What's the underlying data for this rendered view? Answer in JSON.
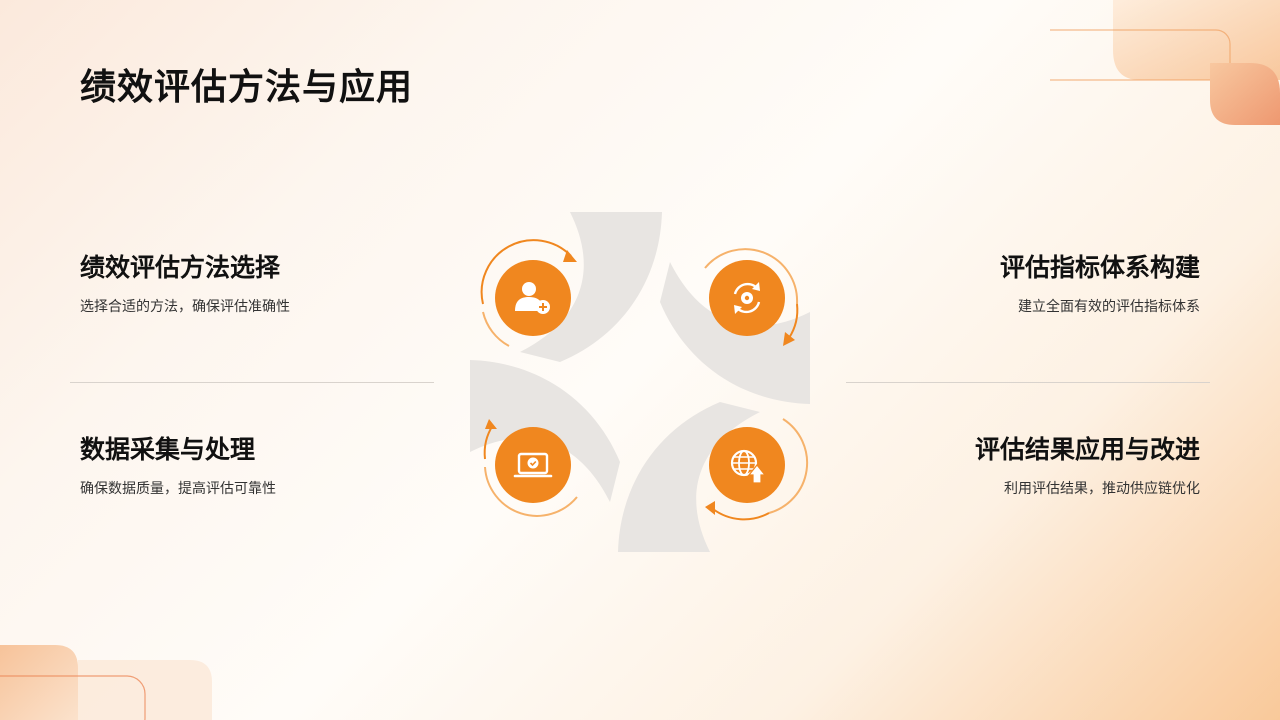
{
  "page": {
    "title": "绩效评估方法与应用"
  },
  "items": [
    {
      "title": "绩效评估方法选择",
      "desc": "选择合适的方法，确保评估准确性",
      "icon": "user-add-icon"
    },
    {
      "title": "评估指标体系构建",
      "desc": "建立全面有效的评估指标体系",
      "icon": "refresh-gear-icon"
    },
    {
      "title": "数据采集与处理",
      "desc": "确保数据质量，提高评估可靠性",
      "icon": "laptop-check-icon"
    },
    {
      "title": "评估结果应用与改进",
      "desc": "利用评估结果，推动供应链优化",
      "icon": "globe-upload-icon"
    }
  ],
  "colors": {
    "accent": "#f0871f",
    "accent_light": "#f6b26b",
    "center_shape": "#e8e5e2"
  }
}
